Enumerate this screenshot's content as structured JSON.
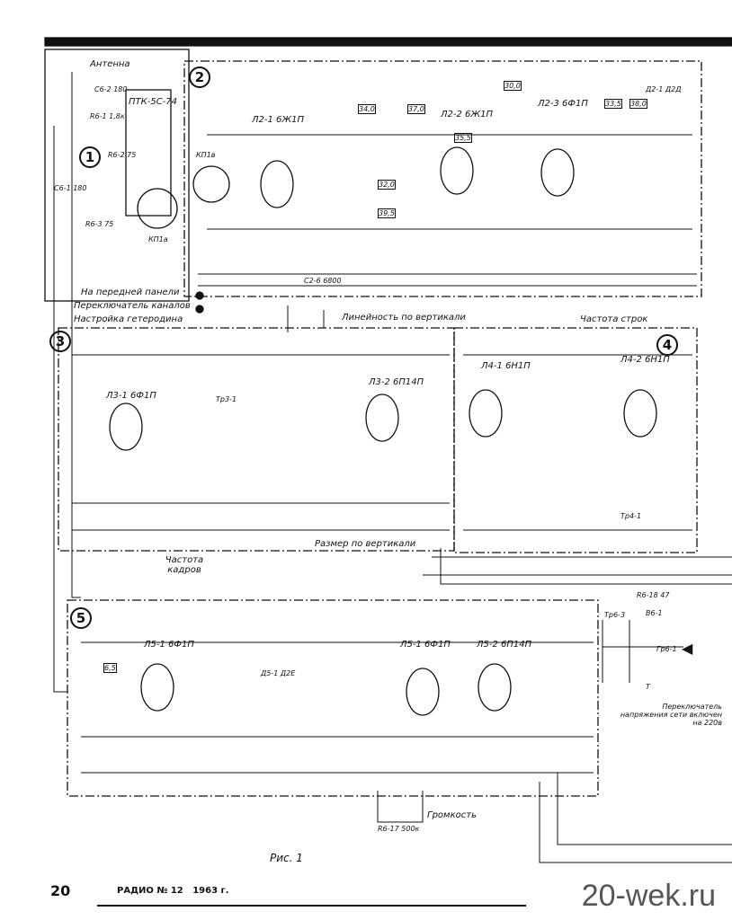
{
  "blocks": {
    "b1": "1",
    "b2": "2",
    "b3": "3",
    "b4": "4",
    "b5": "5"
  },
  "block1": {
    "antenna": "Антенна",
    "tuner": "ПТК-5С-74",
    "connector": "КП1а",
    "c62": "C6-2 180",
    "r61": "R6-1 1,8к",
    "r62": "R6-2 75",
    "c61": "C6-1 180",
    "r63": "R6-3 75"
  },
  "block2": {
    "tube1": "Л2-1 6Ж1П",
    "tube2": "Л2-2 6Ж1П",
    "tube3": "Л2-3 6Ф1П",
    "diode": "Д2-1 Д2Д",
    "connector": "КП1в",
    "freqs": [
      "34,0",
      "37,0",
      "32,0",
      "39,5",
      "30,0",
      "35,5",
      "33,5",
      "38,0"
    ],
    "c26": "C2-6 6800"
  },
  "front_panel": {
    "title": "На передней панели",
    "items": [
      "Переключатель каналов",
      "Настройка гетеродина"
    ]
  },
  "controls": {
    "vertical_linearity": "Линейность по вертикали",
    "line_frequency": "Частота строк",
    "vertical_size": "Размер по вертикали",
    "frame_frequency": "Частота кадров",
    "volume": "Громкость",
    "volume_pot": "R6-17 500к"
  },
  "block3": {
    "tube1": "Л3-1 6Ф1П",
    "tube2": "Л3-2 6П14П",
    "tr": "Тр3-1"
  },
  "block4": {
    "tube1": "Л4-1 6Н1П",
    "tube2": "Л4-2 6Н1П",
    "tr": "Тр4-1"
  },
  "block5": {
    "tube1": "Л5-1 6Ф1П",
    "tube2": "Л5-1 6Ф1П",
    "tube3": "Л5-2 6П14П",
    "diodes": "Д5-1 Д2Е",
    "freq": "6,5"
  },
  "output": {
    "transformer": "Тр6-3",
    "resistor": "R6-18 47",
    "switch": "В6-1",
    "speaker": "Гр6-1",
    "phones": "Т",
    "note": "Переключатель напряжения сети включен на 220в"
  },
  "caption": "Рис. 1",
  "footer": {
    "page": "20",
    "magazine": "РАДИО № 12   1963 г."
  },
  "watermark": "20-wek.ru"
}
